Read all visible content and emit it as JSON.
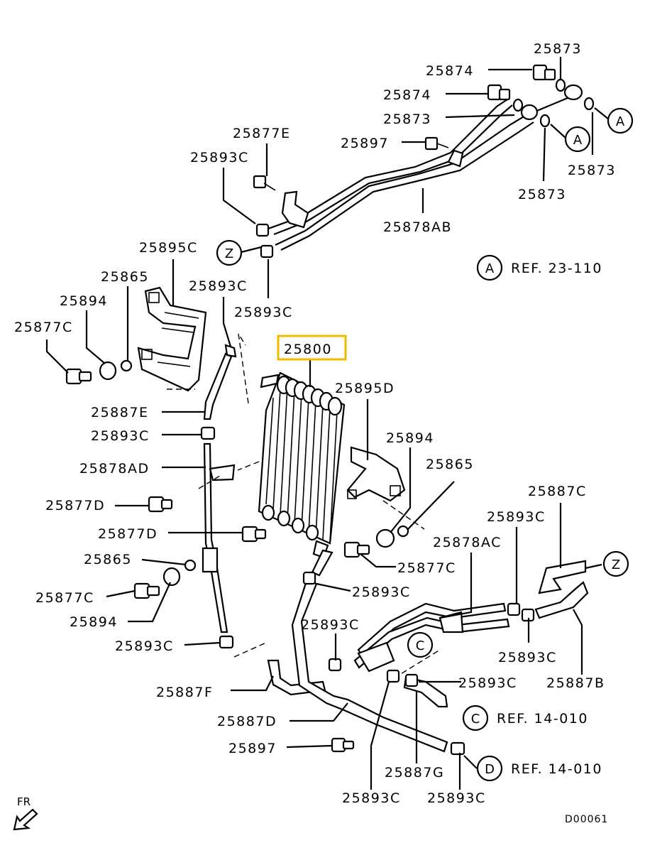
{
  "labels": {
    "l25873_a": "25873",
    "l25874_a": "25874",
    "l25874_b": "25874",
    "l25873_b": "25873",
    "l25873_c": "25873",
    "l25873_d": "25873",
    "l25877e": "25877E",
    "l25897_a": "25897",
    "l25893c_1": "25893C",
    "l25878ab": "25878AB",
    "l25895c": "25895C",
    "l25893c_2": "25893C",
    "l25865_a": "25865",
    "l25893c_3": "25893C",
    "l25894_a": "25894",
    "l25877c_a": "25877C",
    "l25800": "25800",
    "l25895d": "25895D",
    "l25887e": "25887E",
    "l25893c_4": "25893C",
    "l25894_b": "25894",
    "l25878ad": "25878AD",
    "l25865_b": "25865",
    "l25877d_a": "25877D",
    "l25887c": "25887C",
    "l25893c_5": "25893C",
    "l25877d_b": "25877D",
    "l25878ac": "25878AC",
    "l25865_c": "25865",
    "l25877c_b": "25877C",
    "l25877c_c": "25877C",
    "l25893c_6": "25893C",
    "l25894_c": "25894",
    "l25893c_7": "25893C",
    "l25893c_8": "25893C",
    "l25887b": "25887B",
    "l25893c_9": "25893C",
    "l25887f": "25887F",
    "l25893c_10": "25893C",
    "l25887d": "25887D",
    "l25897_b": "25897",
    "l25887g": "25887G",
    "l25893c_11": "25893C",
    "l25893c_12": "25893C"
  },
  "callouts": {
    "a1": "A",
    "a2": "A",
    "z1": "Z",
    "z2": "Z",
    "c1": "C",
    "a_ref": "A",
    "c_ref": "C",
    "d_ref": "D"
  },
  "references": {
    "a_ref_text": "REF. 23-110",
    "c_ref_text": "REF. 14-010",
    "d_ref_text": "REF. 14-010"
  },
  "footer": {
    "direction": "FR",
    "code": "D00061"
  },
  "highlight": {
    "part": "25800",
    "color": "#f5b800"
  }
}
